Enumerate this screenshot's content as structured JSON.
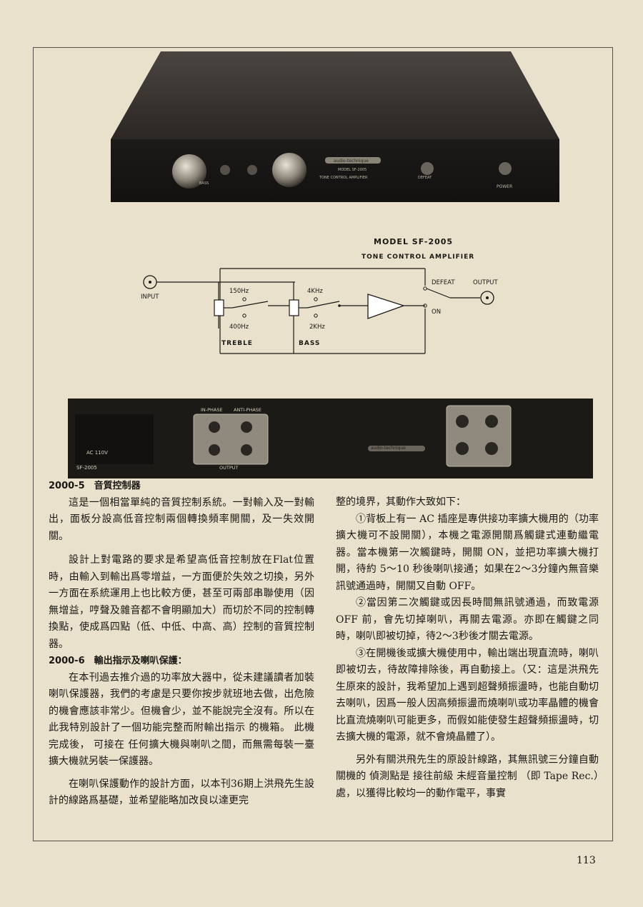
{
  "front_panel": {
    "brand": "audio-technique",
    "model": "MODEL SF-2005",
    "subtitle": "TONE CONTROL AMPLIFIER",
    "bass": "BASS",
    "defeat": "DEFEAT",
    "power": "POWER"
  },
  "schematic": {
    "model": "MODEL SF-2005",
    "title": "TONE CONTROL AMPLIFIER",
    "input": "INPUT",
    "output": "OUTPUT",
    "defeat": "DEFEAT",
    "on": "ON",
    "f150": "150Hz",
    "f400": "400Hz",
    "f4k": "4KHz",
    "f2k": "2KHz",
    "treble": "TREBLE",
    "bass": "BASS"
  },
  "rear_panel": {
    "in_phase": "IN-PHASE",
    "anti_phase": "ANTI-PHASE",
    "output": "OUTPUT",
    "ac": "AC 110V",
    "model": "SF-2005",
    "brand": "audio-technique"
  },
  "left_column": {
    "s1_heading": "2000-5　音質控制器",
    "s1_p1": "這是一個相當單純的音質控制系統。一對輸入及一對輸出，面板分設高低音控制兩個轉換頻率開關，及一失效開關。",
    "s1_p2": "設計上對電路的要求是希望高低音控制放在Flat位置時，由輸入到輸出爲零增益，一方面便於失效之切換，另外一方面在系統運用上也比較方便，甚至可兩部串聯使用（因無增益，哼聲及雜音都不會明顯加大）而切於不同的控制轉換點，使成爲四點（低、中低、中高、高）控制的音質控制器。",
    "s2_heading": "2000-6　輸出指示及喇叭保護：",
    "s2_p1": "在本刊過去推介過的功率放大器中，從未建議讀者加裝喇叭保護器，我們的考慮是只要你按步就班地去做，出危險的機會應該非常少。但機會少，並不能說完全沒有。所以在此我特別設計了一個功能完整而附輸出指示 的機箱。 此機完成後， 可接在 任何擴大機與喇叭之間，而無需每裝一臺擴大機就另裝一保護器。",
    "s2_p2": "在喇叭保護動作的設計方面，以本刊36期上洪飛先生設計的線路爲基礎，並希望能略加改良以達更完"
  },
  "right_column": {
    "p0": "整的境界，其動作大致如下：",
    "p1": "①背板上有一 AC 插座是專供接功率擴大機用的（功率擴大機可不設開關），本機之電源開關爲觸鍵式連動繼電器。當本機第一次觸鍵時，開關 ON，並把功率擴大機打開，待約 5～10 秒後喇叭接通；如果在2～3分鐘內無音樂訊號通過時，開關又自動 OFF。",
    "p2": "②當因第二次觸鍵或因長時間無訊號通過，而致電源 OFF 前，會先切掉喇叭，再關去電源。亦即在觸鍵之同時，喇叭即被切掉，待2～3秒後才關去電源。",
    "p3": "③在開機後或擴大機使用中，輸出端出現直流時，喇叭即被切去，待故障排除後，再自動接上。（又：這是洪飛先生原來的設計，我希望加上遇到超聲頻振盪時，也能自動切去喇叭，因爲一般人因高頻振盪而燒喇叭或功率晶體的機會比直流燒喇叭可能更多，而假如能使發生超聲頻振盪時，切去擴大機的電源，就不會燒晶體了）。",
    "p4": "另外有關洪飛先生的原設計線路，其無訊號三分鐘自動關機的 偵測點是 接往前級 未經音量控制 （即 Tape Rec.）處，以獲得比較均一的動作電平，事實"
  },
  "page_number": "113"
}
